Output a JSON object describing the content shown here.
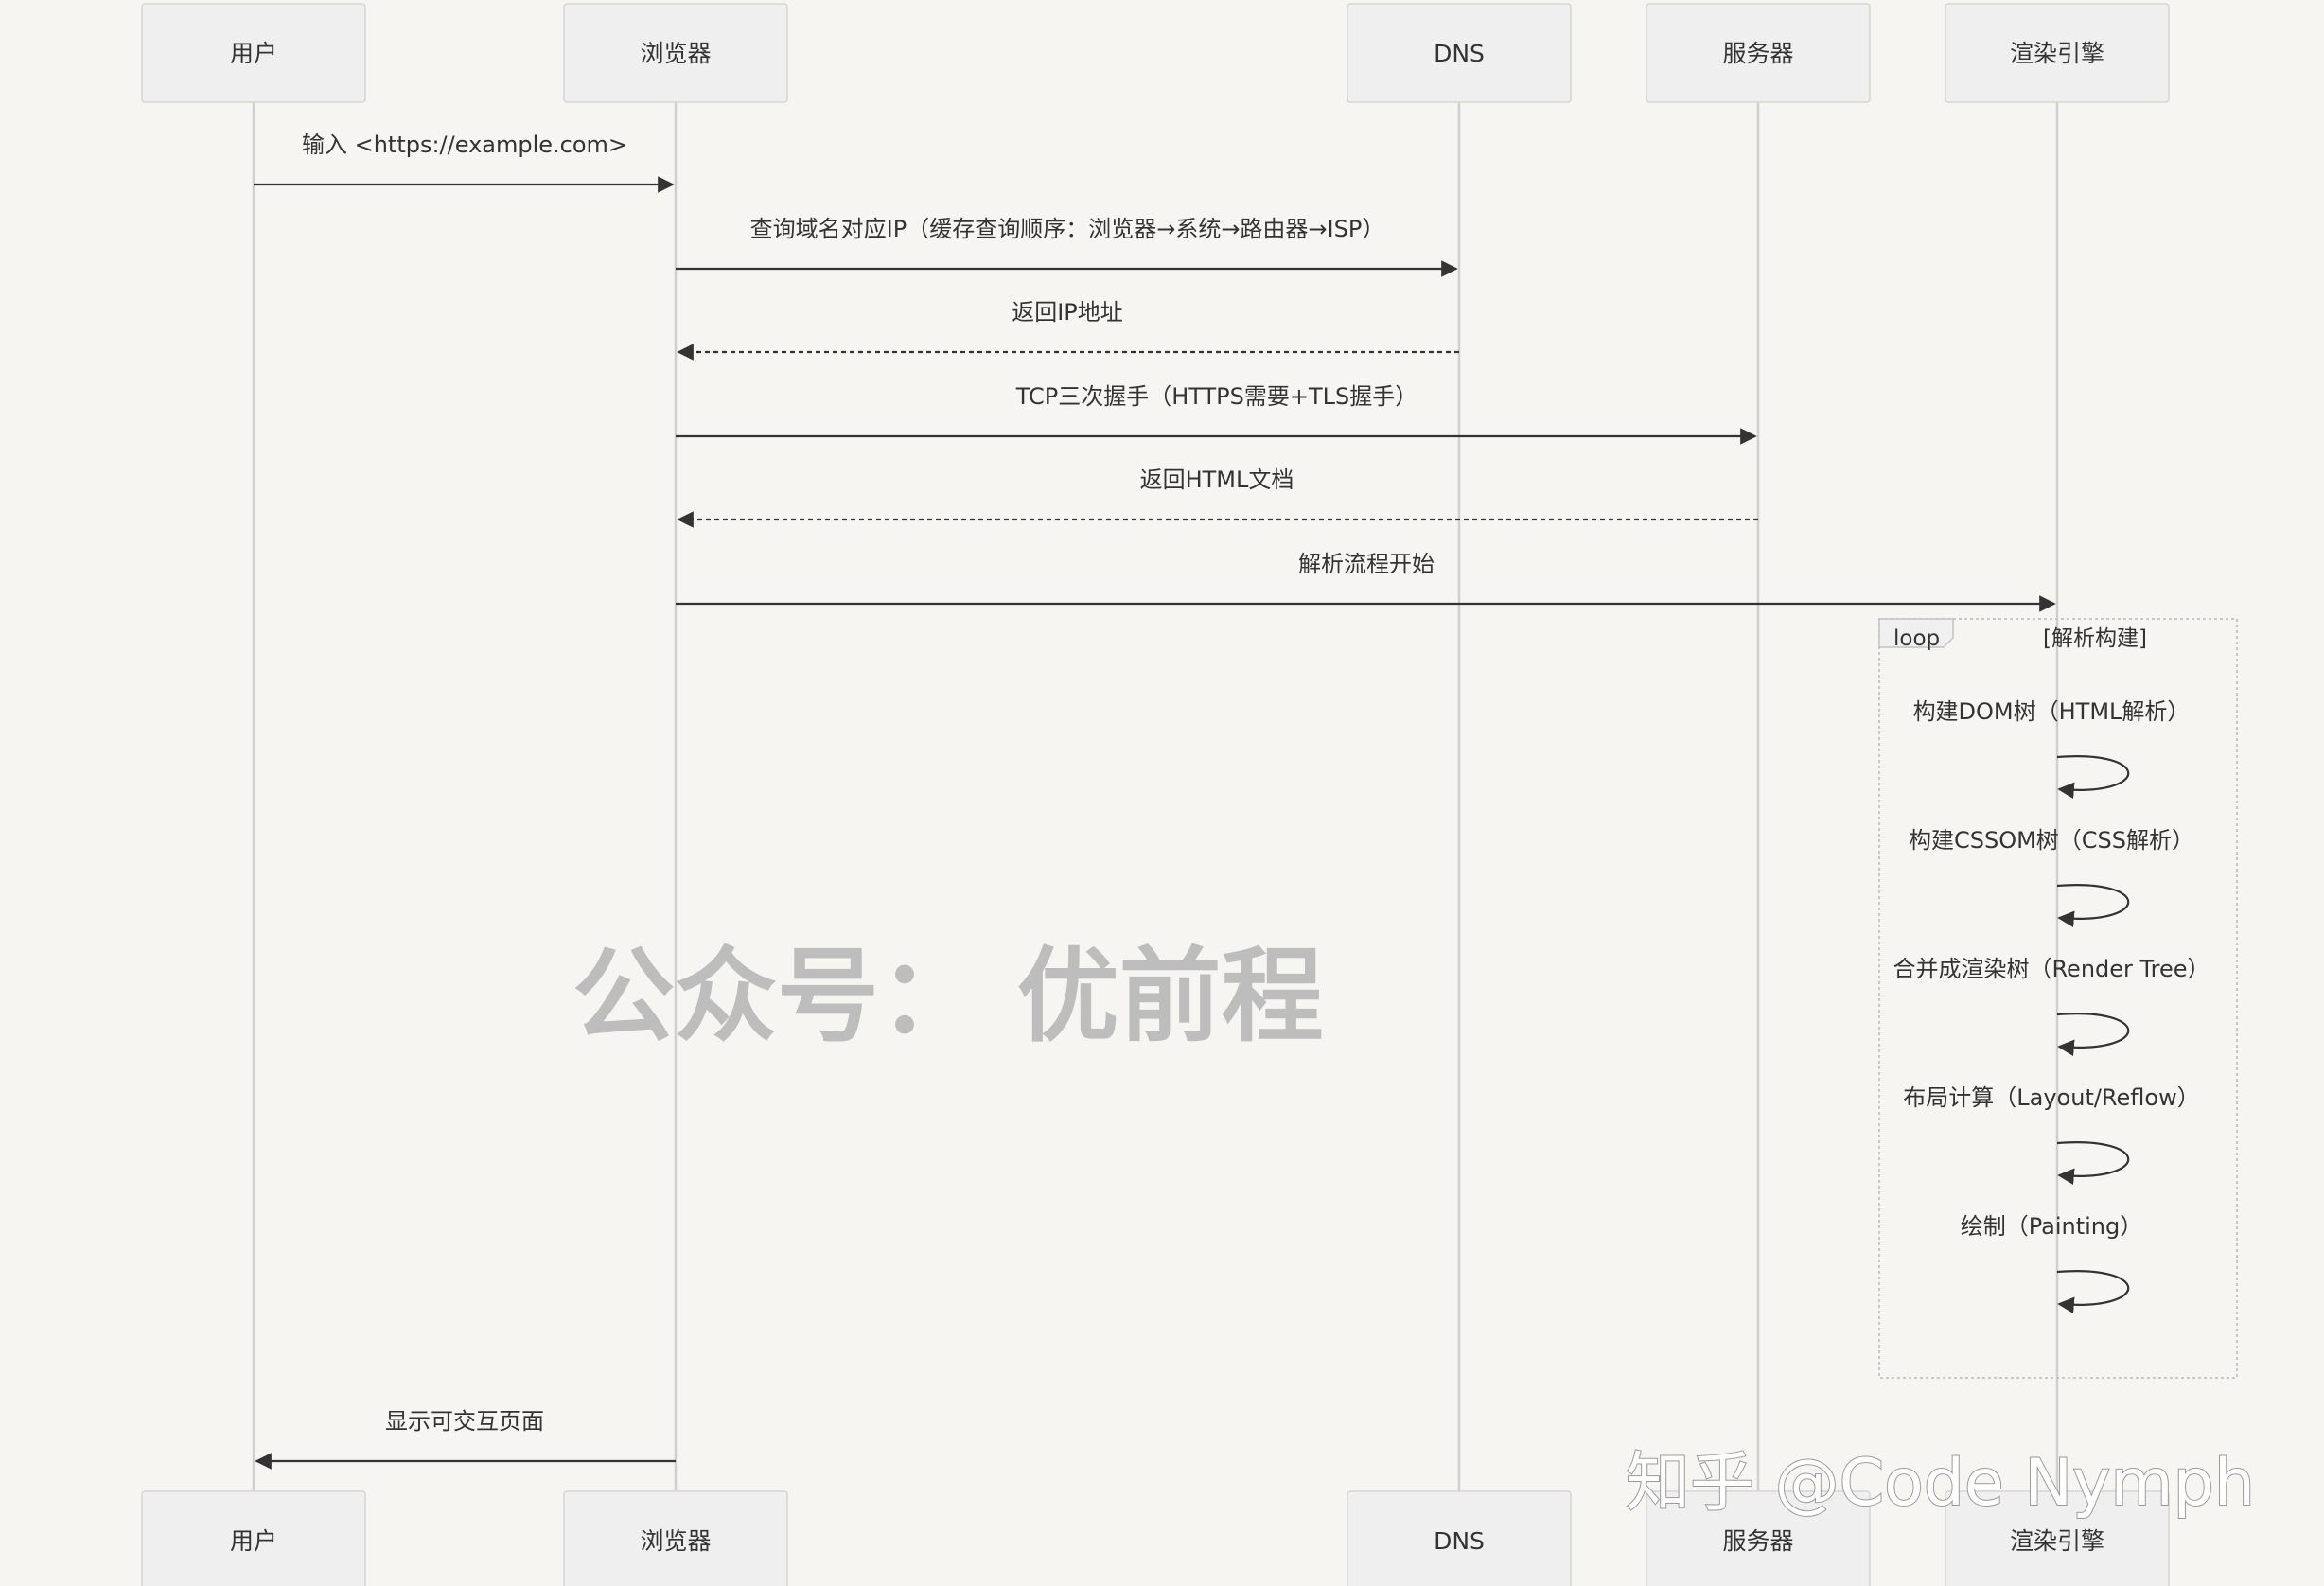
{
  "actors": [
    {
      "id": "user",
      "label": "用户"
    },
    {
      "id": "browser",
      "label": "浏览器"
    },
    {
      "id": "dns",
      "label": "DNS"
    },
    {
      "id": "server",
      "label": "服务器"
    },
    {
      "id": "render",
      "label": "渲染引擎"
    }
  ],
  "messages": [
    {
      "from": "user",
      "to": "browser",
      "text": "输入 <https://example.com>",
      "style": "solid"
    },
    {
      "from": "browser",
      "to": "dns",
      "text": "查询域名对应IP（缓存查询顺序：浏览器→系统→路由器→ISP）",
      "style": "solid"
    },
    {
      "from": "dns",
      "to": "browser",
      "text": "返回IP地址",
      "style": "dashed"
    },
    {
      "from": "browser",
      "to": "server",
      "text": "TCP三次握手（HTTPS需要+TLS握手）",
      "style": "solid"
    },
    {
      "from": "server",
      "to": "browser",
      "text": "返回HTML文档",
      "style": "dashed"
    },
    {
      "from": "browser",
      "to": "render",
      "text": "解析流程开始",
      "style": "solid"
    }
  ],
  "loop": {
    "keyword": "loop",
    "label": "[解析构建]",
    "steps": [
      "构建DOM树（HTML解析）",
      "构建CSSOM树（CSS解析）",
      "合并成渲染树（Render Tree）",
      "布局计算（Layout/Reflow）",
      "绘制（Painting）"
    ]
  },
  "final_message": {
    "from": "browser",
    "to": "user",
    "text": "显示可交互页面",
    "style": "solid"
  },
  "watermark": "公众号： 优前程",
  "credit": "知乎 @Code Nymph"
}
